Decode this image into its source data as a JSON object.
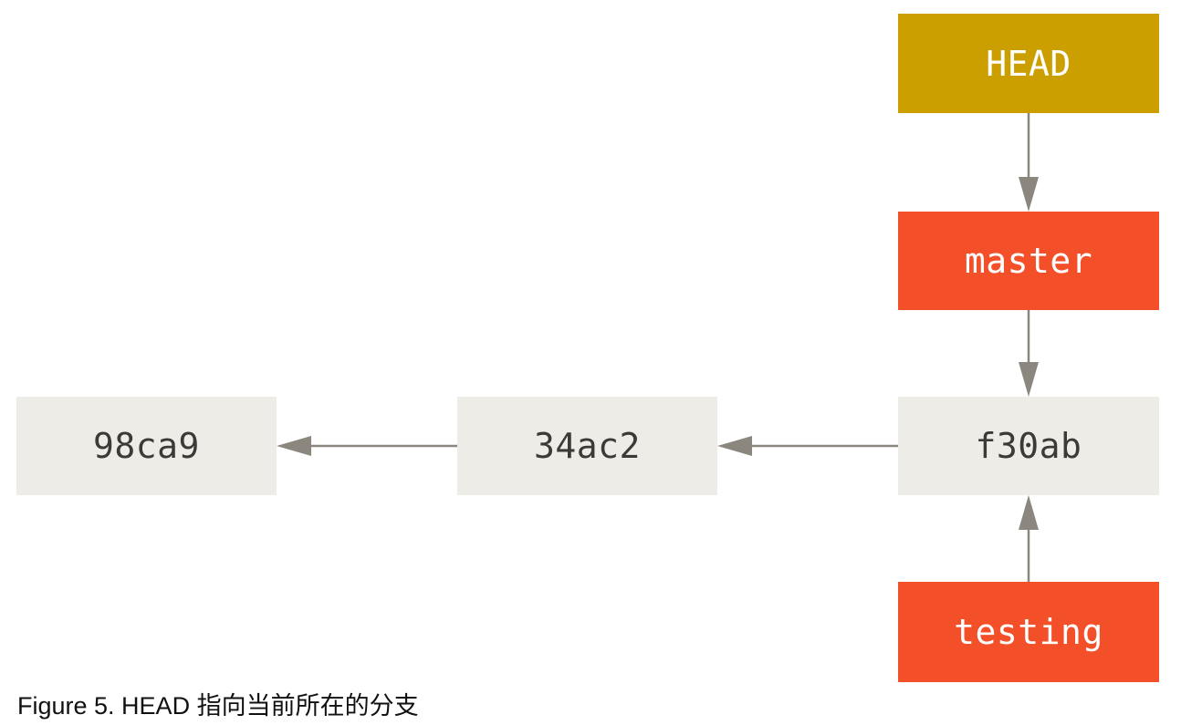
{
  "diagram": {
    "commits": [
      {
        "id": "98ca9",
        "label": "98ca9"
      },
      {
        "id": "34ac2",
        "label": "34ac2"
      },
      {
        "id": "f30ab",
        "label": "f30ab"
      }
    ],
    "pointers": {
      "head": "HEAD",
      "master": "master",
      "testing": "testing"
    },
    "edges": [
      {
        "from": "34ac2",
        "to": "98ca9"
      },
      {
        "from": "f30ab",
        "to": "34ac2"
      },
      {
        "from": "HEAD",
        "to": "master"
      },
      {
        "from": "master",
        "to": "f30ab"
      },
      {
        "from": "testing",
        "to": "f30ab"
      }
    ],
    "colors": {
      "commit_fill": "#eeece6",
      "commit_text": "#3c3a36",
      "branch_fill": "#f34f29",
      "head_fill": "#cc9f00",
      "arrow": "#8b877e"
    }
  },
  "caption": "Figure 5. HEAD 指向当前所在的分支"
}
